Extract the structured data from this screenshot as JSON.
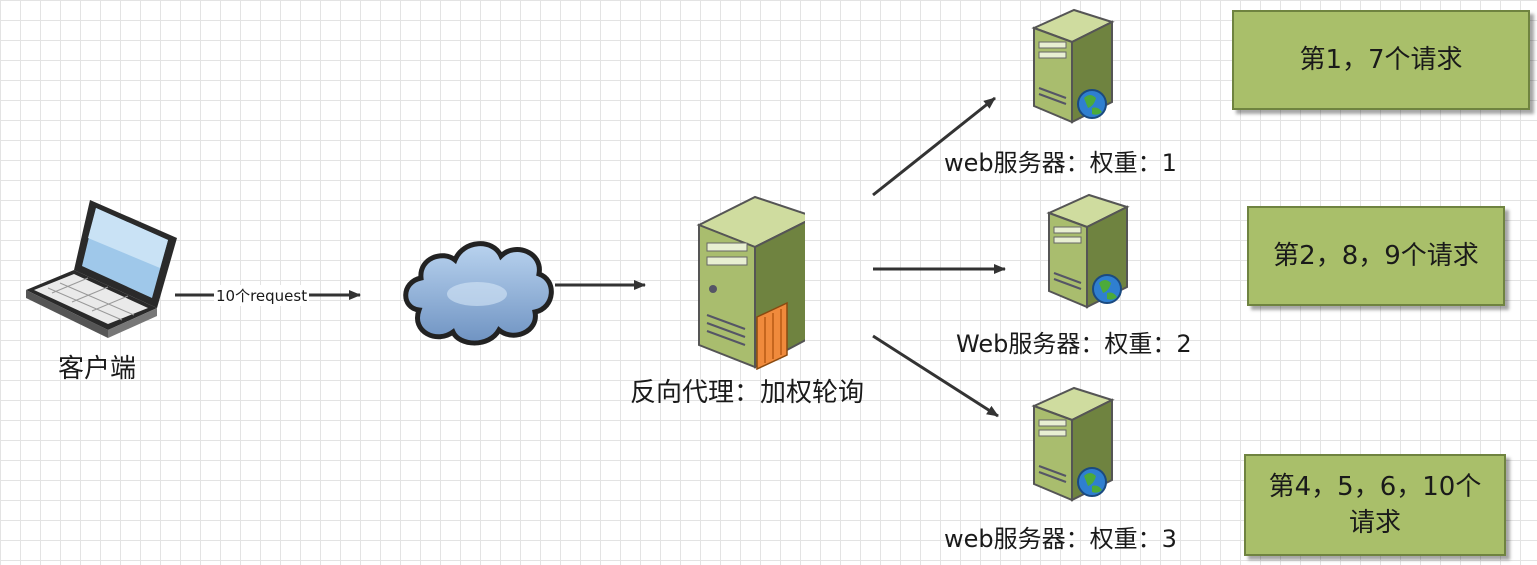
{
  "client": {
    "label": "客户端",
    "icon": "laptop-icon"
  },
  "request_edge": {
    "label": "10个request"
  },
  "network": {
    "icon": "cloud-icon"
  },
  "proxy": {
    "label": "反向代理：加权轮询",
    "icon": "proxy-server-icon"
  },
  "servers": [
    {
      "label": "web服务器：权重：1",
      "icon": "web-server-icon"
    },
    {
      "label": "Web服务器：权重：2",
      "icon": "web-server-icon"
    },
    {
      "label": "web服务器：权重：3",
      "icon": "web-server-icon"
    }
  ],
  "results": [
    {
      "lines": [
        "第1，7个请求"
      ]
    },
    {
      "lines": [
        "第2，8，9个请求"
      ]
    },
    {
      "lines": [
        "第4，5，6，10个",
        "请求"
      ]
    }
  ],
  "colors": {
    "box_fill": "#a9bf6a",
    "box_border": "#6f8340",
    "server_body": "#a9bd6e",
    "cloud": "#8fb0d8",
    "arrow": "#333333"
  }
}
